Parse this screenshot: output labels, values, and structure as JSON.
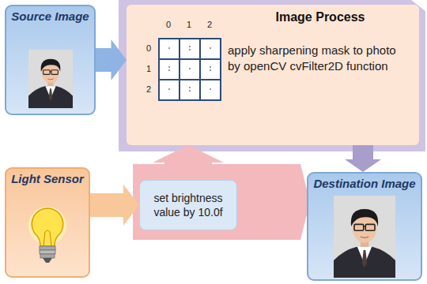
{
  "diagram": {
    "nodes": [
      {
        "text": [
          "Source Image"
        ]
      },
      {
        "text": [
          "Image Process",
          "apply sharpening mask to photo by openCV cvFilter2D function"
        ]
      },
      {
        "text": [
          "Light Sensor"
        ]
      },
      {
        "text": [
          "set brightness value by 10.0f"
        ]
      },
      {
        "text": [
          "Destination Image"
        ]
      }
    ],
    "edges": [
      {
        "from": 0,
        "to": 1,
        "arrow": "to"
      },
      {
        "from": 2,
        "to": 3,
        "arrow": "to"
      },
      {
        "from": 3,
        "to": 1,
        "arrow": "to"
      },
      {
        "from": 1,
        "to": 4,
        "arrow": "to"
      }
    ],
    "labels": [
      "0",
      "1",
      "2",
      "0",
      "1",
      "2"
    ]
  }
}
